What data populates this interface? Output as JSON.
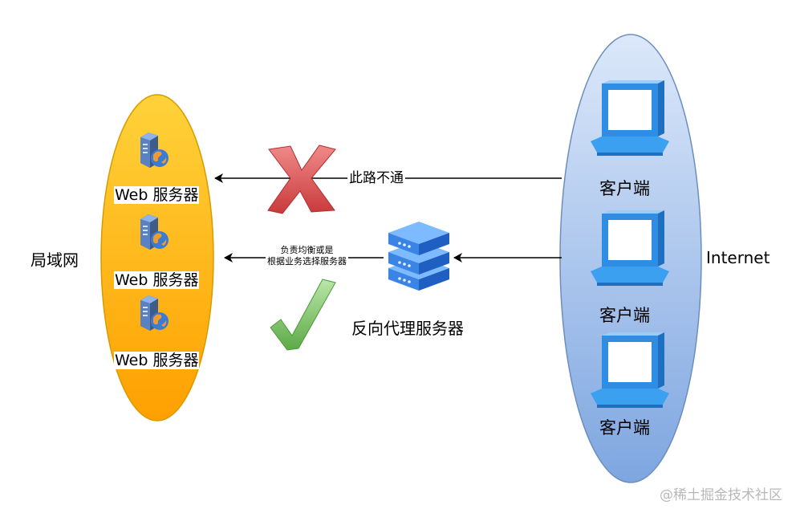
{
  "lan": {
    "label": "局域网",
    "servers": [
      {
        "label": "Web 服务器",
        "icon": "server-globe-icon"
      },
      {
        "label": "Web 服务器",
        "icon": "server-globe-icon"
      },
      {
        "label": "Web 服务器",
        "icon": "server-globe-icon"
      }
    ],
    "colors": {
      "fill_top": "#FFD23A",
      "fill_bottom": "#FFA000",
      "stroke": "#D79B00"
    }
  },
  "internet": {
    "label": "Internet",
    "clients": [
      {
        "label": "客户端",
        "icon": "laptop-icon"
      },
      {
        "label": "客户端",
        "icon": "laptop-icon"
      },
      {
        "label": "客户端",
        "icon": "laptop-icon"
      }
    ],
    "colors": {
      "fill_top": "#DCE8FA",
      "fill_bottom": "#7EA6E0",
      "stroke": "#6C8EBF"
    }
  },
  "proxy": {
    "label": "反向代理服务器",
    "icon": "server-stack-icon",
    "color": "#3A84E6"
  },
  "edges": {
    "blocked": {
      "label": "此路不通",
      "icon": "red-x-icon",
      "color": "#E05A5A"
    },
    "balanced": {
      "label_line1": "负责均衡或是",
      "label_line2": "根据业务选择服务器",
      "icon": "green-checkmark-icon",
      "color": "#7CC46A"
    }
  },
  "watermark": "@稀土掘金技术社区"
}
